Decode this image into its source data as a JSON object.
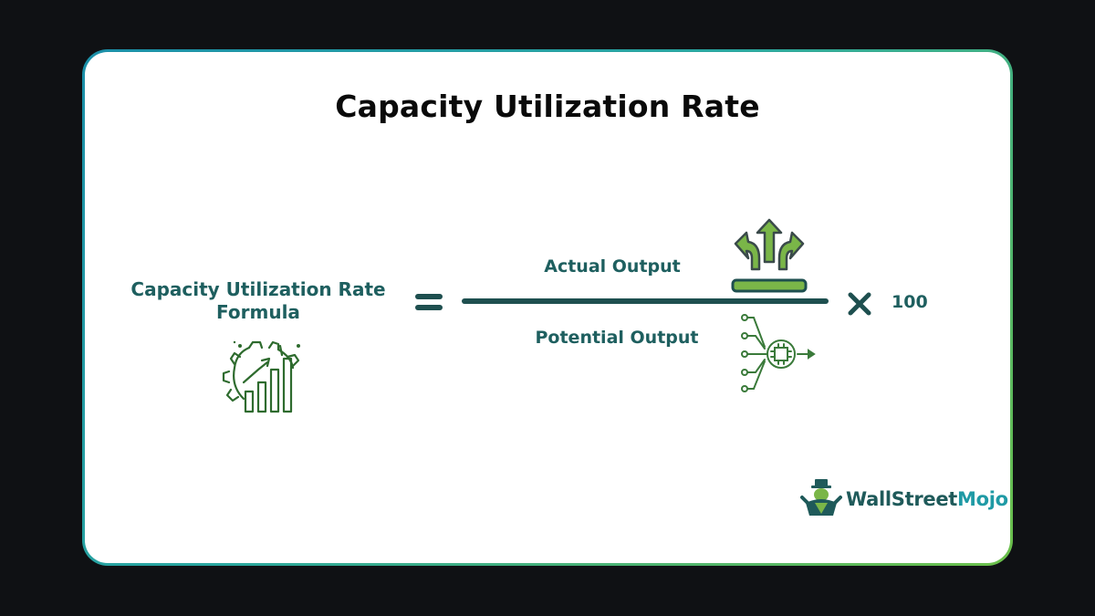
{
  "title": "Capacity Utilization Rate",
  "formula": {
    "lhs_line1": "Capacity Utilization Rate",
    "lhs_line2": "Formula",
    "numerator": "Actual Output",
    "denominator": "Potential Output",
    "multiplier": "100"
  },
  "icons": {
    "lhs": "gear-growth-chart-icon",
    "numerator": "output-arrows-icon",
    "denominator": "processor-chip-icon",
    "equals": "equals-icon",
    "times": "multiply-icon"
  },
  "brand": {
    "name_part1": "WallStreet",
    "name_part2": "Mojo"
  },
  "colors": {
    "text_dark": "#0a0a0a",
    "teal": "#1e5f5f",
    "green": "#7ab648",
    "accent_blue": "#1f9aa5",
    "frame_start": "#1b8fa8",
    "frame_end": "#6cc04a",
    "background": "#0f1114"
  }
}
